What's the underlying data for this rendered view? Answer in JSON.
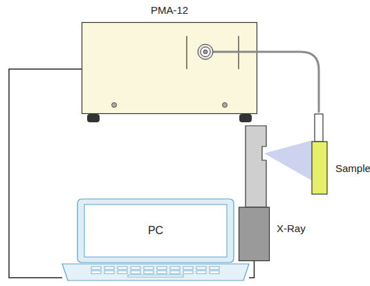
{
  "diagram": {
    "nodes": [
      {
        "text": [
          "PMA-12"
        ]
      },
      {
        "text": [
          "Sample"
        ]
      },
      {
        "text": [
          "X-Ray"
        ]
      },
      {
        "text": [
          "PC"
        ]
      }
    ],
    "edges": [
      {
        "from": 0,
        "to": 1,
        "arrow": "none"
      },
      {
        "from": 0,
        "to": 3,
        "arrow": "none"
      },
      {
        "from": 3,
        "to": 2,
        "arrow": "none"
      }
    ]
  }
}
